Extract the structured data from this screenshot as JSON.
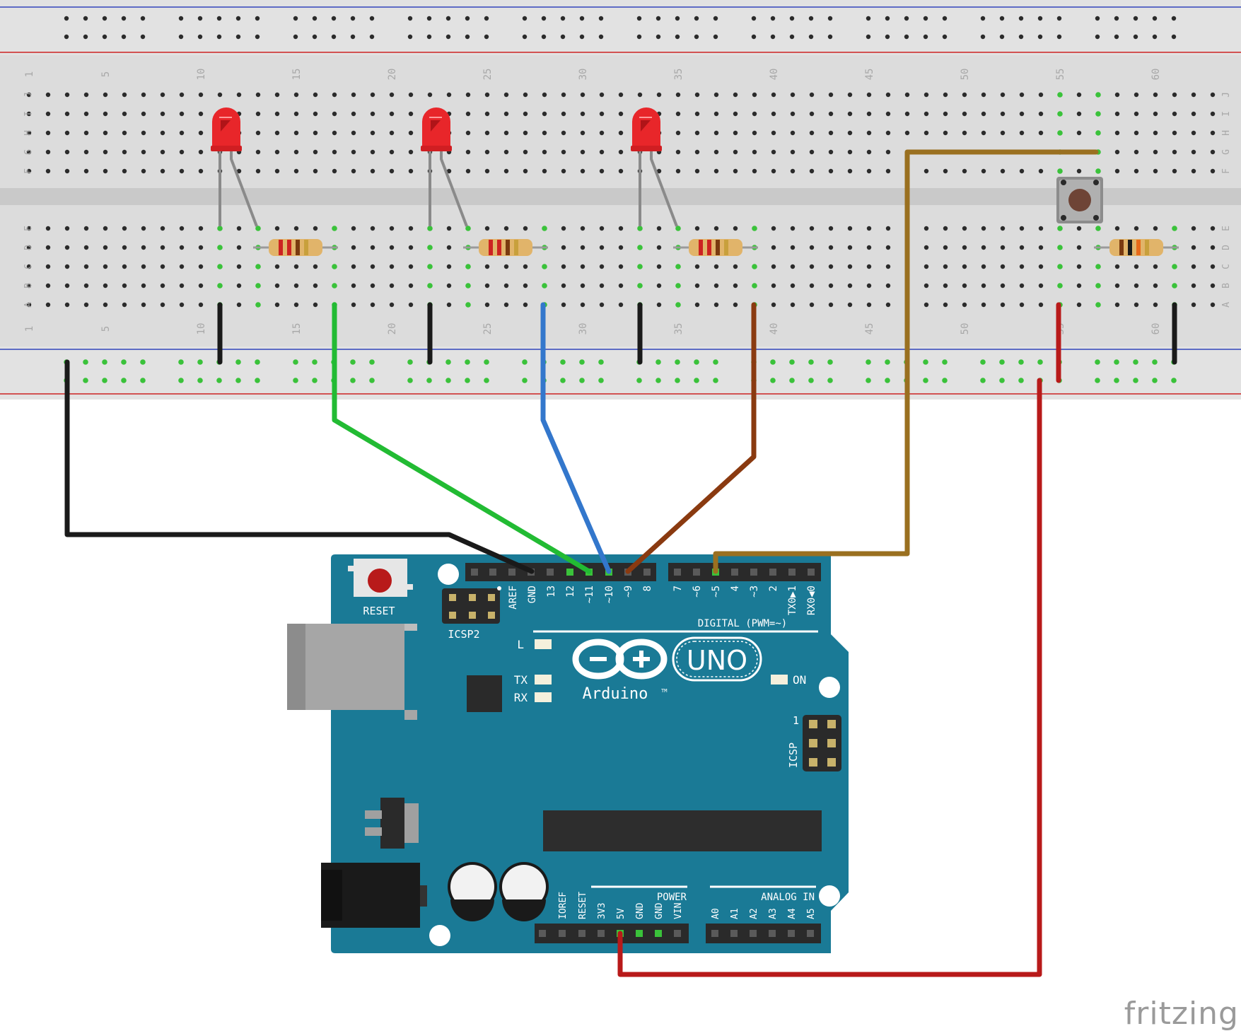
{
  "breadboard": {
    "column_numbers": [
      "1",
      "5",
      "10",
      "15",
      "20",
      "25",
      "30",
      "35",
      "40",
      "45",
      "50",
      "55",
      "60"
    ],
    "row_labels_top": [
      "J",
      "I",
      "H",
      "G",
      "F"
    ],
    "row_labels_bottom": [
      "E",
      "D",
      "C",
      "B",
      "A"
    ]
  },
  "arduino": {
    "reset_label": "RESET",
    "icsp2_label": "ICSP2",
    "icsp_label": "ICSP",
    "icsp_pin1": "1",
    "digital_header_labels": [
      "AREF",
      "GND",
      "13",
      "12",
      "~11",
      "~10",
      "~9",
      "8"
    ],
    "digital_header_labels_2": [
      "7",
      "~6",
      "~5",
      "4",
      "~3",
      "2",
      "TX0▶1",
      "RX0◀0"
    ],
    "digital_title": "DIGITAL (PWM=~)",
    "led_l": "L",
    "led_tx": "TX",
    "led_rx": "RX",
    "led_on": "ON",
    "logo_word": "Arduino",
    "logo_tm": "TM",
    "model": "UNO",
    "power_title": "POWER",
    "power_labels": [
      "IOREF",
      "RESET",
      "3V3",
      "5V",
      "GND",
      "GND",
      "VIN"
    ],
    "analog_title": "ANALOG IN",
    "analog_labels": [
      "A0",
      "A1",
      "A2",
      "A3",
      "A4",
      "A5"
    ]
  },
  "wires": [
    {
      "name": "gnd-wire",
      "color": "#1a1a1a"
    },
    {
      "name": "pin-11-wire",
      "color": "#22bb33"
    },
    {
      "name": "pin-10-wire",
      "color": "#3377cc"
    },
    {
      "name": "pin-9-wire",
      "color": "#8a3a10"
    },
    {
      "name": "pin-5-wire",
      "color": "#9a7020"
    },
    {
      "name": "5v-wire",
      "color": "#b81a1a"
    }
  ],
  "watermark": "fritzing"
}
